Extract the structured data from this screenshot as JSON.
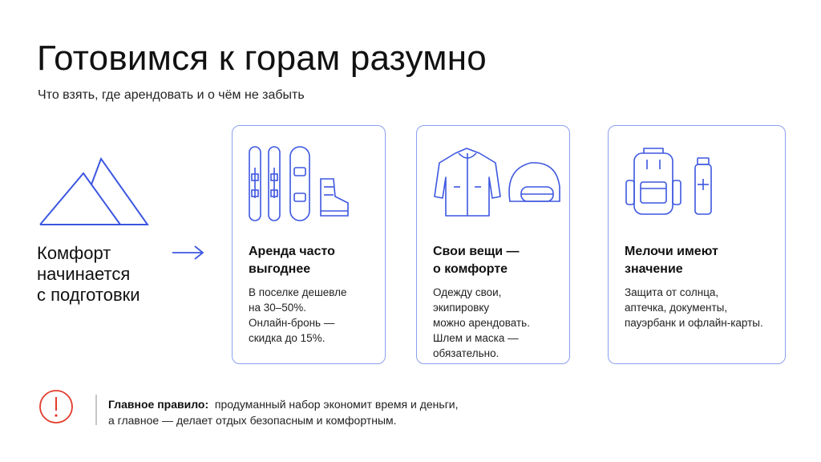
{
  "colors": {
    "accent": "#3d57e0",
    "card_border": "#8aa0f0",
    "alert": "#e23b2b",
    "text": "#111111"
  },
  "header": {
    "title": "Готовимся к горам разумно",
    "subtitle": "Что взять, где арендовать и о чём не забыть"
  },
  "lead": {
    "icon": "mountain-icon",
    "lines": [
      "Комфорт",
      "начинается",
      "с подготовки"
    ],
    "arrow_icon": "arrow-right-icon"
  },
  "cards": [
    {
      "icons": [
        "skis-icon",
        "snowboard-icon",
        "ski-boot-icon"
      ],
      "title": [
        "Аренда часто",
        "выгоднее"
      ],
      "text": [
        "В поселке дешевле",
        "на 30–50%.",
        "Онлайн-бронь —",
        "скидка до 15%."
      ]
    },
    {
      "icons": [
        "jacket-icon",
        "helmet-icon"
      ],
      "title": [
        "Свои вещи —",
        "о комфорте"
      ],
      "text": [
        "Одежду свои,",
        "экипировку",
        "можно арендовать.",
        "Шлем и маска —",
        "обязательно."
      ]
    },
    {
      "icons": [
        "backpack-icon",
        "sunscreen-icon"
      ],
      "title": [
        "Мелочи имеют",
        "значение"
      ],
      "text": [
        "Защита от солнца,",
        "аптечка, документы,",
        "пауэрбанк и офлайн-карты."
      ]
    }
  ],
  "footer": {
    "icon": "exclamation-icon",
    "label": "Главное правило:",
    "line1": "продуманный набор экономит время и деньги,",
    "line2": "а главное — делает отдых безопасным и комфортным."
  }
}
